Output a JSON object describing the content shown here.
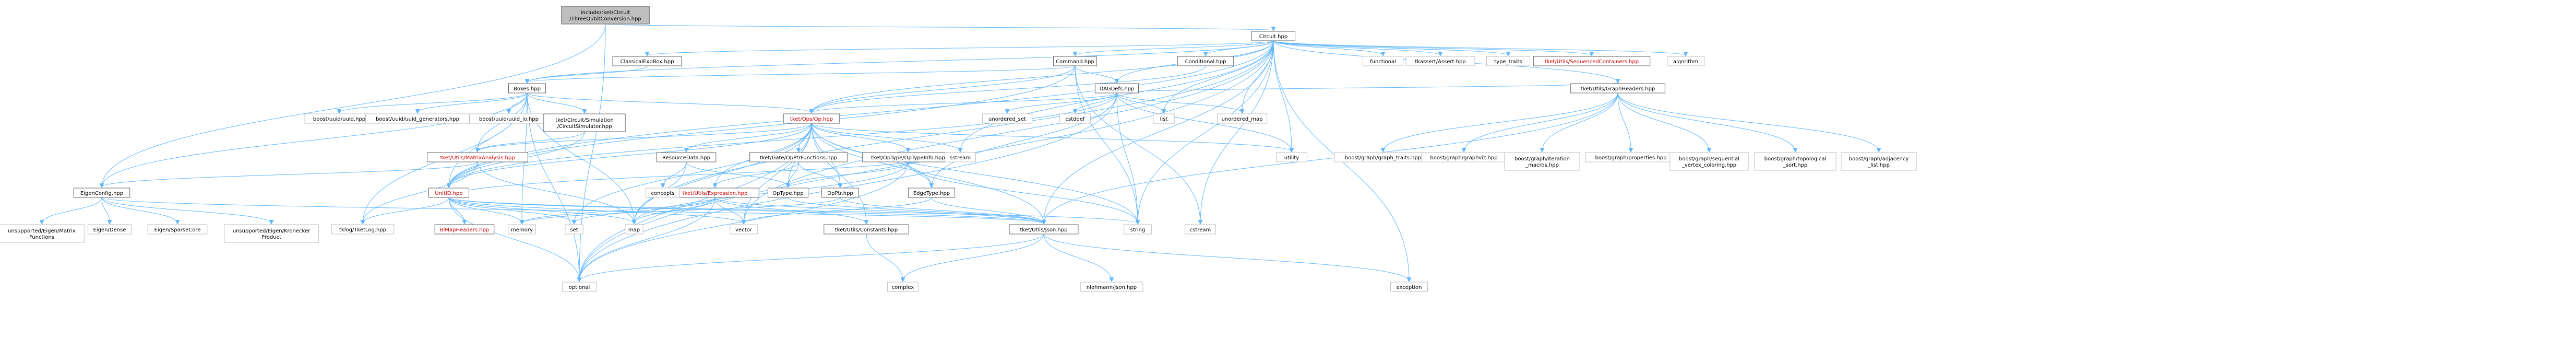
{
  "diagram": {
    "title": "",
    "root": "include/tket/Circuit/ThreeQubitConversion.hpp",
    "nodes": [
      {
        "id": "root",
        "label": "include/tket/Circuit\n/ThreeQubitConversion.hpp",
        "style": "root"
      },
      {
        "id": "circuit",
        "label": "Circuit.hpp",
        "style": "normal"
      },
      {
        "id": "eigenconfig",
        "label": "EigenConfig.hpp",
        "style": "normal"
      },
      {
        "id": "optional",
        "label": "optional",
        "style": "plain"
      },
      {
        "id": "classicalexpbox",
        "label": "ClassicalExpBox.hpp",
        "style": "normal"
      },
      {
        "id": "command",
        "label": "Command.hpp",
        "style": "normal"
      },
      {
        "id": "conditional",
        "label": "Conditional.hpp",
        "style": "normal"
      },
      {
        "id": "functional",
        "label": "functional",
        "style": "plain"
      },
      {
        "id": "tkassert",
        "label": "tkassert/Assert.hpp",
        "style": "plain"
      },
      {
        "id": "type_traits",
        "label": "type_traits",
        "style": "plain"
      },
      {
        "id": "sequencedcontainers",
        "label": "tket/Utils/SequencedContainers.hpp",
        "style": "linked"
      },
      {
        "id": "algorithm",
        "label": "algorithm",
        "style": "plain"
      },
      {
        "id": "boxes",
        "label": "Boxes.hpp",
        "style": "normal"
      },
      {
        "id": "dagdefs",
        "label": "DAGDefs.hpp",
        "style": "normal"
      },
      {
        "id": "graphheaders",
        "label": "tket/Utils/GraphHeaders.hpp",
        "style": "normal"
      },
      {
        "id": "uuid",
        "label": "boost/uuid/uuid.hpp",
        "style": "plain"
      },
      {
        "id": "uuid_gen",
        "label": "boost/uuid/uuid_generators.hpp",
        "style": "plain"
      },
      {
        "id": "uuid_io",
        "label": "boost/uuid/uuid_io.hpp",
        "style": "plain"
      },
      {
        "id": "circuitsim",
        "label": "tket/Circuit/Simulation\n/CircuitSimulator.hpp",
        "style": "normal"
      },
      {
        "id": "opsop",
        "label": "tket/Ops/Op.hpp",
        "style": "linked"
      },
      {
        "id": "unordered_set",
        "label": "unordered_set",
        "style": "plain"
      },
      {
        "id": "cstddef",
        "label": "cstddef",
        "style": "plain"
      },
      {
        "id": "list",
        "label": "list",
        "style": "plain"
      },
      {
        "id": "unordered_map",
        "label": "unordered_map",
        "style": "plain"
      },
      {
        "id": "matrixanalysis",
        "label": "tket/Utils/MatrixAnalysis.hpp",
        "style": "linked"
      },
      {
        "id": "resourcedata",
        "label": "ResourceData.hpp",
        "style": "normal"
      },
      {
        "id": "gateopptr",
        "label": "tket/Gate/OpPtrFunctions.hpp",
        "style": "normal"
      },
      {
        "id": "optypeinfo",
        "label": "tket/OpType/OpTypeInfo.hpp",
        "style": "normal"
      },
      {
        "id": "sstream",
        "label": "sstream",
        "style": "plain"
      },
      {
        "id": "utility",
        "label": "utility",
        "style": "plain"
      },
      {
        "id": "graph_traits",
        "label": "boost/graph/graph_traits.hpp",
        "style": "plain"
      },
      {
        "id": "graphviz",
        "label": "boost/graph/graphviz.hpp",
        "style": "plain"
      },
      {
        "id": "iteration_macros",
        "label": "boost/graph/iteration\n_macros.hpp",
        "style": "plain"
      },
      {
        "id": "properties",
        "label": "boost/graph/properties.hpp",
        "style": "plain"
      },
      {
        "id": "seq_coloring",
        "label": "boost/graph/sequential\n_vertex_coloring.hpp",
        "style": "plain"
      },
      {
        "id": "topo_sort",
        "label": "boost/graph/topological\n_sort.hpp",
        "style": "plain"
      },
      {
        "id": "adjacency_list",
        "label": "boost/graph/adjacency\n_list.hpp",
        "style": "plain"
      },
      {
        "id": "unitid",
        "label": "UnitID.hpp",
        "style": "linked"
      },
      {
        "id": "expression",
        "label": "tket/Utils/Expression.hpp",
        "style": "linked"
      },
      {
        "id": "concepts",
        "label": "concepts",
        "style": "plain"
      },
      {
        "id": "optype",
        "label": "OpType.hpp",
        "style": "normal"
      },
      {
        "id": "opptr",
        "label": "OpPtr.hpp",
        "style": "normal"
      },
      {
        "id": "edgetype",
        "label": "EdgeType.hpp",
        "style": "normal"
      },
      {
        "id": "eigen_mf",
        "label": "unsupported/Eigen/Matrix\nFunctions",
        "style": "plain"
      },
      {
        "id": "eigen_dense",
        "label": "Eigen/Dense",
        "style": "plain"
      },
      {
        "id": "eigen_sparse",
        "label": "Eigen/SparseCore",
        "style": "plain"
      },
      {
        "id": "eigen_kron",
        "label": "unsupported/Eigen/Kronecker\nProduct",
        "style": "plain"
      },
      {
        "id": "tklog",
        "label": "tklog/TketLog.hpp",
        "style": "plain"
      },
      {
        "id": "bimap",
        "label": "BiMapHeaders.hpp",
        "style": "linked"
      },
      {
        "id": "memory",
        "label": "memory",
        "style": "plain"
      },
      {
        "id": "set",
        "label": "set",
        "style": "plain"
      },
      {
        "id": "map",
        "label": "map",
        "style": "plain"
      },
      {
        "id": "vector",
        "label": "vector",
        "style": "plain"
      },
      {
        "id": "constants",
        "label": "tket/Utils/Constants.hpp",
        "style": "normal"
      },
      {
        "id": "json",
        "label": "tket/Utils/Json.hpp",
        "style": "normal"
      },
      {
        "id": "string",
        "label": "string",
        "style": "plain"
      },
      {
        "id": "cstream",
        "label": "cstream",
        "style": "plain"
      },
      {
        "id": "complex",
        "label": "complex",
        "style": "plain"
      },
      {
        "id": "nlohmann",
        "label": "nlohmann/json.hpp",
        "style": "plain"
      },
      {
        "id": "exception",
        "label": "exception",
        "style": "plain"
      }
    ],
    "edges": [
      [
        "root",
        "circuit"
      ],
      [
        "root",
        "eigenconfig"
      ],
      [
        "root",
        "optional"
      ],
      [
        "circuit",
        "classicalexpbox"
      ],
      [
        "circuit",
        "command"
      ],
      [
        "circuit",
        "conditional"
      ],
      [
        "circuit",
        "functional"
      ],
      [
        "circuit",
        "tkassert"
      ],
      [
        "circuit",
        "type_traits"
      ],
      [
        "circuit",
        "sequencedcontainers"
      ],
      [
        "circuit",
        "algorithm"
      ],
      [
        "circuit",
        "boxes"
      ],
      [
        "circuit",
        "dagdefs"
      ],
      [
        "circuit",
        "graphheaders"
      ],
      [
        "circuit",
        "opsop"
      ],
      [
        "circuit",
        "list"
      ],
      [
        "circuit",
        "unordered_map"
      ],
      [
        "circuit",
        "utility"
      ],
      [
        "circuit",
        "sstream"
      ],
      [
        "circuit",
        "unitid"
      ],
      [
        "circuit",
        "json"
      ],
      [
        "circuit",
        "string"
      ],
      [
        "circuit",
        "cstream"
      ],
      [
        "circuit",
        "exception"
      ],
      [
        "circuit",
        "optional"
      ],
      [
        "circuit",
        "map"
      ],
      [
        "circuit",
        "vector"
      ],
      [
        "classicalexpbox",
        "boxes"
      ],
      [
        "command",
        "dagdefs"
      ],
      [
        "command",
        "boxes"
      ],
      [
        "command",
        "opsop"
      ],
      [
        "command",
        "unitid"
      ],
      [
        "command",
        "string"
      ],
      [
        "command",
        "cstream"
      ],
      [
        "conditional",
        "opsop"
      ],
      [
        "boxes",
        "uuid"
      ],
      [
        "boxes",
        "uuid_gen"
      ],
      [
        "boxes",
        "uuid_io"
      ],
      [
        "boxes",
        "circuitsim"
      ],
      [
        "boxes",
        "opsop"
      ],
      [
        "boxes",
        "eigenconfig"
      ],
      [
        "boxes",
        "unitid"
      ],
      [
        "boxes",
        "memory"
      ],
      [
        "boxes",
        "map"
      ],
      [
        "boxes",
        "optional"
      ],
      [
        "boxes",
        "tklog"
      ],
      [
        "boxes",
        "matrixanalysis"
      ],
      [
        "dagdefs",
        "unordered_set"
      ],
      [
        "dagdefs",
        "cstddef"
      ],
      [
        "dagdefs",
        "list"
      ],
      [
        "dagdefs",
        "unordered_map"
      ],
      [
        "dagdefs",
        "graphheaders"
      ],
      [
        "dagdefs",
        "opsop"
      ],
      [
        "dagdefs",
        "edgetype"
      ],
      [
        "dagdefs",
        "unitid"
      ],
      [
        "dagdefs",
        "utility"
      ],
      [
        "dagdefs",
        "string"
      ],
      [
        "dagdefs",
        "optional"
      ],
      [
        "circuitsim",
        "matrixanalysis"
      ],
      [
        "circuitsim",
        "unitid"
      ],
      [
        "graphheaders",
        "graph_traits"
      ],
      [
        "graphheaders",
        "graphviz"
      ],
      [
        "graphheaders",
        "iteration_macros"
      ],
      [
        "graphheaders",
        "properties"
      ],
      [
        "graphheaders",
        "seq_coloring"
      ],
      [
        "graphheaders",
        "topo_sort"
      ],
      [
        "graphheaders",
        "adjacency_list"
      ],
      [
        "graphheaders",
        "json"
      ],
      [
        "opsop",
        "resourcedata"
      ],
      [
        "opsop",
        "gateopptr"
      ],
      [
        "opsop",
        "optypeinfo"
      ],
      [
        "opsop",
        "sstream"
      ],
      [
        "opsop",
        "utility"
      ],
      [
        "opsop",
        "unitid"
      ],
      [
        "opsop",
        "matrixanalysis"
      ],
      [
        "opsop",
        "expression"
      ],
      [
        "opsop",
        "opptr"
      ],
      [
        "opsop",
        "optype"
      ],
      [
        "opsop",
        "edgetype"
      ],
      [
        "opsop",
        "constants"
      ],
      [
        "opsop",
        "json"
      ],
      [
        "opsop",
        "set"
      ],
      [
        "opsop",
        "vector"
      ],
      [
        "opsop",
        "map"
      ],
      [
        "opsop",
        "string"
      ],
      [
        "opsop",
        "optional"
      ],
      [
        "matrixanalysis",
        "eigenconfig"
      ],
      [
        "matrixanalysis",
        "unitid"
      ],
      [
        "matrixanalysis",
        "tklog"
      ],
      [
        "matrixanalysis",
        "map"
      ],
      [
        "resourcedata",
        "concepts"
      ],
      [
        "resourcedata",
        "map"
      ],
      [
        "resourcedata",
        "optype"
      ],
      [
        "gateopptr",
        "expression"
      ],
      [
        "gateopptr",
        "opptr"
      ],
      [
        "gateopptr",
        "optype"
      ],
      [
        "optypeinfo",
        "optype"
      ],
      [
        "optypeinfo",
        "edgetype"
      ],
      [
        "optypeinfo",
        "string"
      ],
      [
        "optypeinfo",
        "optional"
      ],
      [
        "optypeinfo",
        "map"
      ],
      [
        "expression",
        "constants"
      ],
      [
        "expression",
        "json"
      ],
      [
        "expression",
        "set"
      ],
      [
        "expression",
        "optional"
      ],
      [
        "expression",
        "memory"
      ],
      [
        "expression",
        "map"
      ],
      [
        "expression",
        "vector"
      ],
      [
        "optype",
        "json"
      ],
      [
        "opptr",
        "json"
      ],
      [
        "opptr",
        "memory"
      ],
      [
        "edgetype",
        "json"
      ],
      [
        "edgetype",
        "vector"
      ],
      [
        "eigenconfig",
        "eigen_mf"
      ],
      [
        "eigenconfig",
        "eigen_dense"
      ],
      [
        "eigenconfig",
        "eigen_sparse"
      ],
      [
        "eigenconfig",
        "eigen_kron"
      ],
      [
        "eigenconfig",
        "json"
      ],
      [
        "unitid",
        "bimap"
      ],
      [
        "unitid",
        "json"
      ],
      [
        "unitid",
        "memory"
      ],
      [
        "unitid",
        "set"
      ],
      [
        "unitid",
        "map"
      ],
      [
        "unitid",
        "string"
      ],
      [
        "unitid",
        "optional"
      ],
      [
        "unitid",
        "vector"
      ],
      [
        "unitid",
        "sstream"
      ],
      [
        "unitid",
        "tklog"
      ],
      [
        "constants",
        "complex"
      ],
      [
        "json",
        "optional"
      ],
      [
        "json",
        "complex"
      ],
      [
        "json",
        "nlohmann"
      ],
      [
        "json",
        "exception"
      ]
    ]
  }
}
